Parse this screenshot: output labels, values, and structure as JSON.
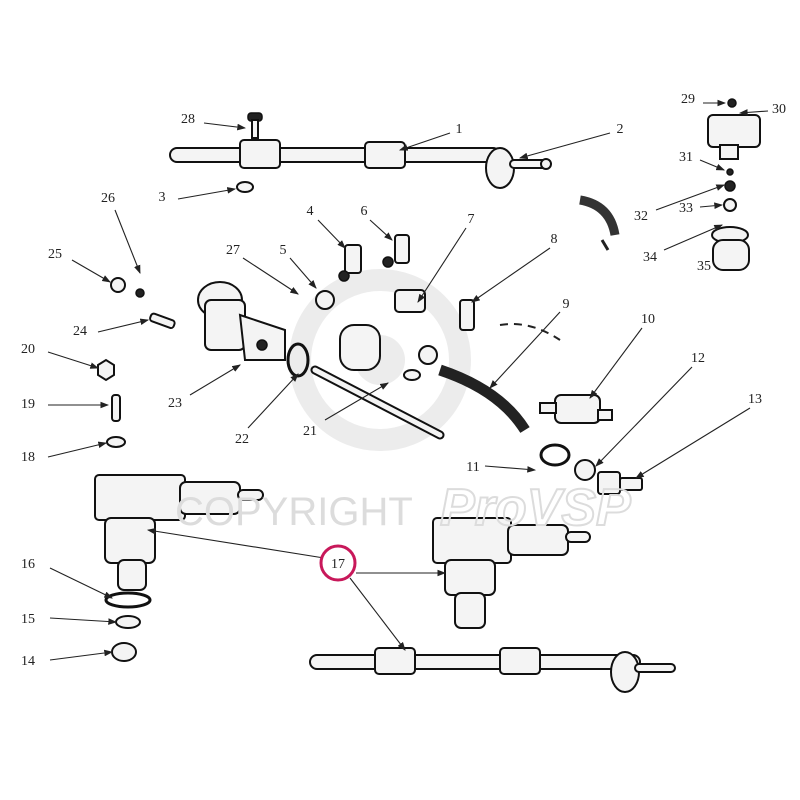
{
  "diagram": {
    "watermark": {
      "text": "COPYRIGHT",
      "brand": "ProVSP"
    },
    "highlight_color": "#c8185a",
    "highlighted_label": "17",
    "callouts": [
      "1",
      "2",
      "3",
      "4",
      "5",
      "6",
      "7",
      "8",
      "9",
      "10",
      "11",
      "12",
      "13",
      "14",
      "15",
      "16",
      "17",
      "18",
      "19",
      "20",
      "21",
      "22",
      "23",
      "24",
      "25",
      "26",
      "27",
      "28",
      "29",
      "30",
      "31",
      "32",
      "33",
      "34",
      "35"
    ]
  }
}
